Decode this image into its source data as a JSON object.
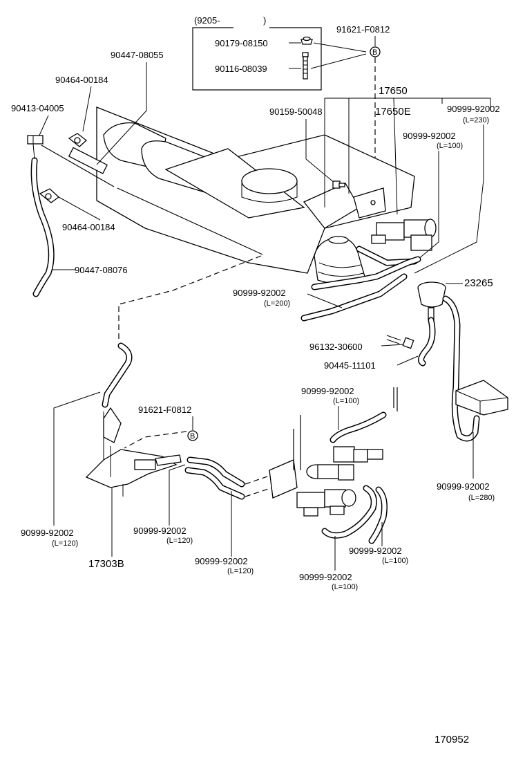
{
  "labels": {
    "date_code": "(9205-",
    "date_code_close": ")",
    "p_91621_top": "91621-F0812",
    "p_90179": "90179-08150",
    "p_90116": "90116-08039",
    "p_90447_08055": "90447-08055",
    "p_90464_a": "90464-00184",
    "p_90413": "90413-04005",
    "p_17650": "17650",
    "p_90159": "90159-50048",
    "p_17650E": "17650E",
    "p_90999_230": "90999-92002",
    "len_230": "(L=230)",
    "p_90999_100a": "90999-92002",
    "len_100a": "(L=100)",
    "p_90464_b": "90464-00184",
    "p_90447_08076": "90447-08076",
    "p_23265": "23265",
    "p_90999_200": "90999-92002",
    "len_200": "(L=200)",
    "p_96132": "96132-30600",
    "p_90445": "90445-11101",
    "p_90999_100b": "90999-92002",
    "len_100b": "(L=100)",
    "p_91621_mid": "91621-F0812",
    "p_90999_280": "90999-92002",
    "len_280": "(L=280)",
    "p_90999_120a": "90999-92002",
    "len_120a": "(L=120)",
    "p_90999_120b": "90999-92002",
    "len_120b": "(L=120)",
    "p_17303B": "17303B",
    "p_90999_120c": "90999-92002",
    "len_120c": "(L=120)",
    "p_90999_100c": "90999-92002",
    "len_100c": "(L=100)",
    "p_90999_100d": "90999-92002",
    "len_100d": "(L=100)",
    "callout_b": "B",
    "figure_no": "170952"
  }
}
